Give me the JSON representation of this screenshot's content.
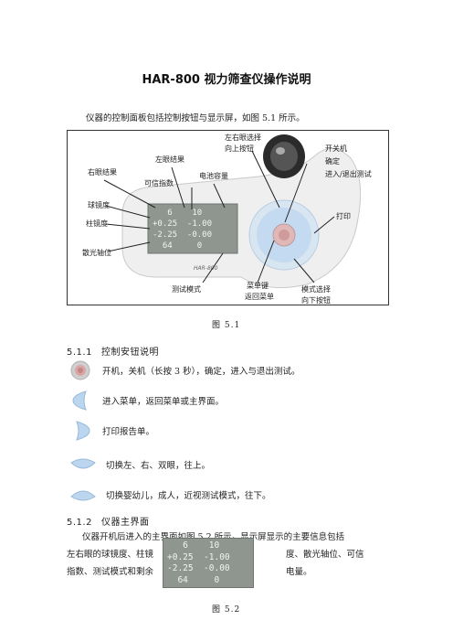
{
  "title": "HAR-800 视力筛查仪操作说明",
  "intro": "仪器的控制面板包括控制按钮与显示屏，如图 5.1 所示。",
  "figure1": {
    "device_label": "HAR-800",
    "callouts": {
      "right_eye": "右眼结果",
      "left_eye": "左眼结果",
      "confidence": "可信指数",
      "battery": "电池容量",
      "lr_select": [
        "左右眼选择",
        "向上按钮"
      ],
      "power": [
        "开关机",
        "确定",
        "进入/退出测试"
      ],
      "sphere": "球镜度",
      "cylinder": "柱镜度",
      "axis": "散光轴位",
      "print": "打印",
      "test_mode": "测试模式",
      "menu": [
        "菜单键",
        "返回菜单"
      ],
      "mode_select": [
        "模式选择",
        "向下按钮"
      ]
    },
    "lcd": {
      "row1": "   6    10 ",
      "row2": "+0.25  -1.00",
      "row3": "-2.25  -0.00",
      "row4": "  64     0 "
    },
    "caption": "图 5.1"
  },
  "section1": {
    "num": "5.1.1",
    "title": "控制安钮说明"
  },
  "controls": [
    {
      "icon": "power-button-icon",
      "text": "开机，关机（长按 3 秒），确定，进入与退出测试。"
    },
    {
      "icon": "menu-left-button-icon",
      "text": "进入菜单，返回菜单或主界面。"
    },
    {
      "icon": "print-right-button-icon",
      "text": "打印报告单。"
    },
    {
      "icon": "up-button-icon",
      "text": "切换左、右、双眼，往上。"
    },
    {
      "icon": "down-button-icon",
      "text": "切换婴幼儿，成人，近视测试模式，往下。"
    }
  ],
  "section2": {
    "num": "5.1.2",
    "title": "仪器主界面"
  },
  "para2": {
    "line1": "仪器开机后进入的主界面如图 5.2 所示。显示屏显示的主要信息包括",
    "line2a": "左右眼的球镜度、柱镜",
    "line2b": "度、散光轴位、可信",
    "line3a": "指数、测试模式和剩余",
    "line3b": "电量。"
  },
  "figure2": {
    "lcd": {
      "row1": "   6    10 ",
      "row2": "+0.25  -1.00",
      "row3": "-2.25  -0.00",
      "row4": "  64     0 "
    },
    "caption": "图 5.2"
  }
}
